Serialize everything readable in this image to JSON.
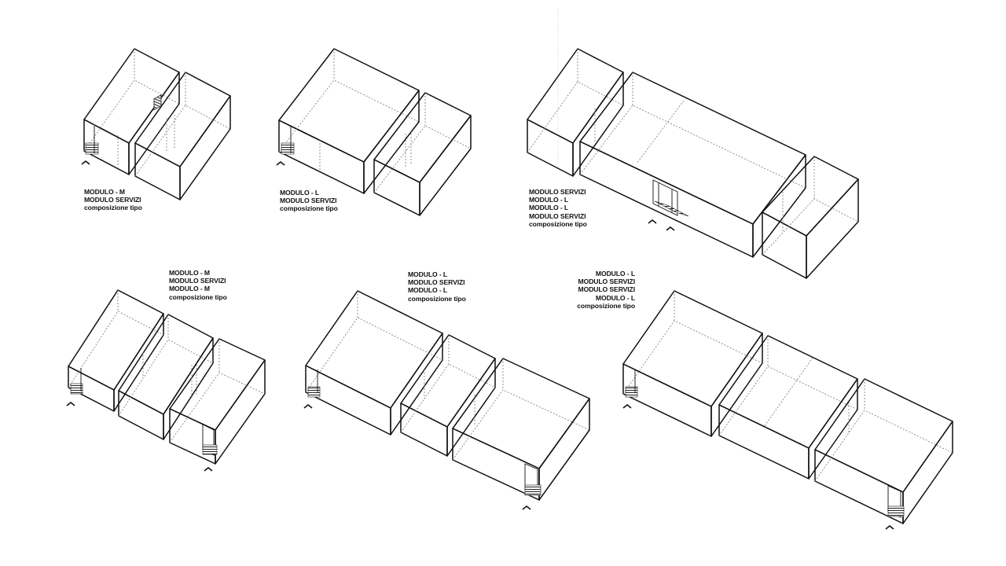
{
  "compositions": [
    {
      "id": "c1",
      "lines": [
        "MODULO - M",
        "MODULO SERVIZI",
        "composizione tipo"
      ]
    },
    {
      "id": "c2",
      "lines": [
        "MODULO - L",
        "MODULO SERVIZI",
        "composizione tipo"
      ]
    },
    {
      "id": "c3",
      "lines": [
        "MODULO SERVIZI",
        "MODULO - L",
        "MODULO - L",
        "MODULO SERVIZI",
        "composizione tipo"
      ]
    },
    {
      "id": "c4",
      "lines": [
        "MODULO - M",
        "MODULO SERVIZI",
        "MODULO - M",
        "composizione tipo"
      ]
    },
    {
      "id": "c5",
      "lines": [
        "MODULO - L",
        "MODULO SERVIZI",
        "MODULO - L",
        "composizione tipo"
      ]
    },
    {
      "id": "c6",
      "lines": [
        "MODULO - L",
        "MODULO SERVIZI",
        "MODULO SERVIZI",
        "MODULO - L",
        "composizione tipo"
      ]
    }
  ],
  "entrance_symbol": "^"
}
